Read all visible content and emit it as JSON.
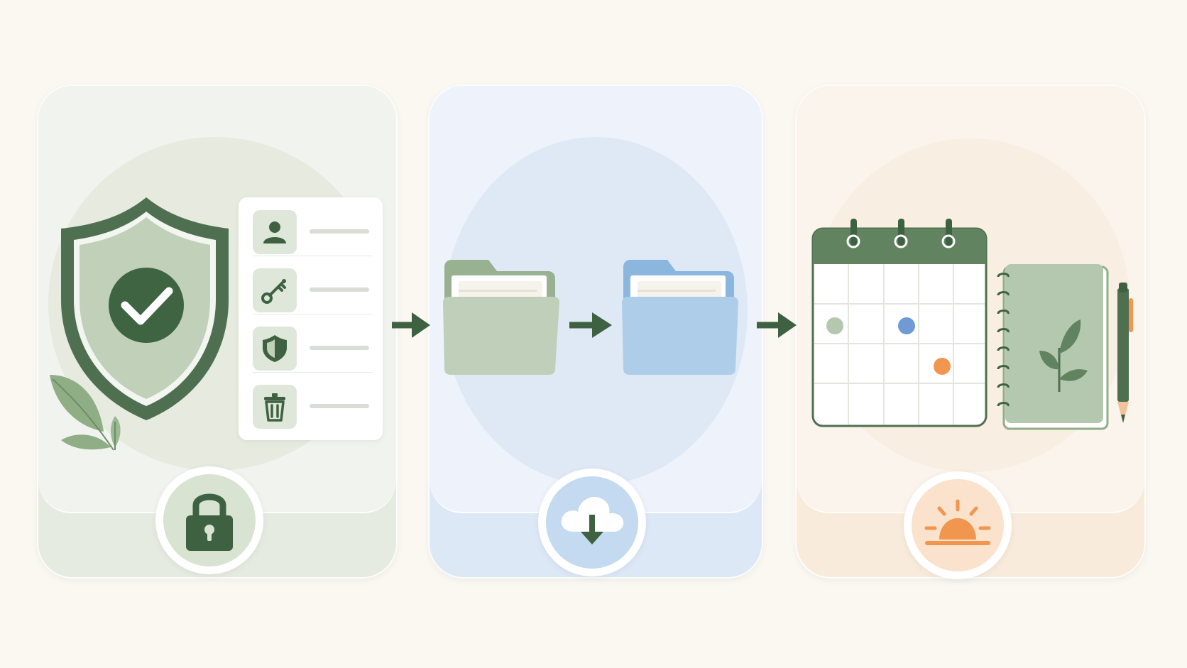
{
  "colors": {
    "background": "#fbf8f2",
    "green_dark": "#4e7050",
    "green_mid": "#62835f",
    "green_light": "#c0cfb9",
    "blue": "#aecde8",
    "blue_dark": "#8bb6de",
    "orange": "#f0964e",
    "calendar_grid": "#e3e6de"
  },
  "steps": [
    {
      "theme": "security-cleanup",
      "main_icon": "shield-check-icon",
      "badge_icon": "padlock-icon",
      "checklist": [
        {
          "icon": "user-icon"
        },
        {
          "icon": "key-icon"
        },
        {
          "icon": "shield-icon"
        },
        {
          "icon": "trash-icon"
        }
      ]
    },
    {
      "theme": "file-transfer",
      "main_icon": "folder-to-folder-icon",
      "badge_icon": "cloud-download-icon"
    },
    {
      "theme": "fresh-start-planning",
      "main_icon": "calendar-icon",
      "secondary_icon": "notebook-icon",
      "badge_icon": "sunrise-icon",
      "calendar_dots": [
        {
          "color": "#b3c8ae"
        },
        {
          "color": "#6f9ad6"
        },
        {
          "color": "#f0964e"
        }
      ]
    }
  ],
  "connectors": [
    "arrow-right-icon",
    "arrow-right-icon",
    "arrow-right-icon"
  ]
}
